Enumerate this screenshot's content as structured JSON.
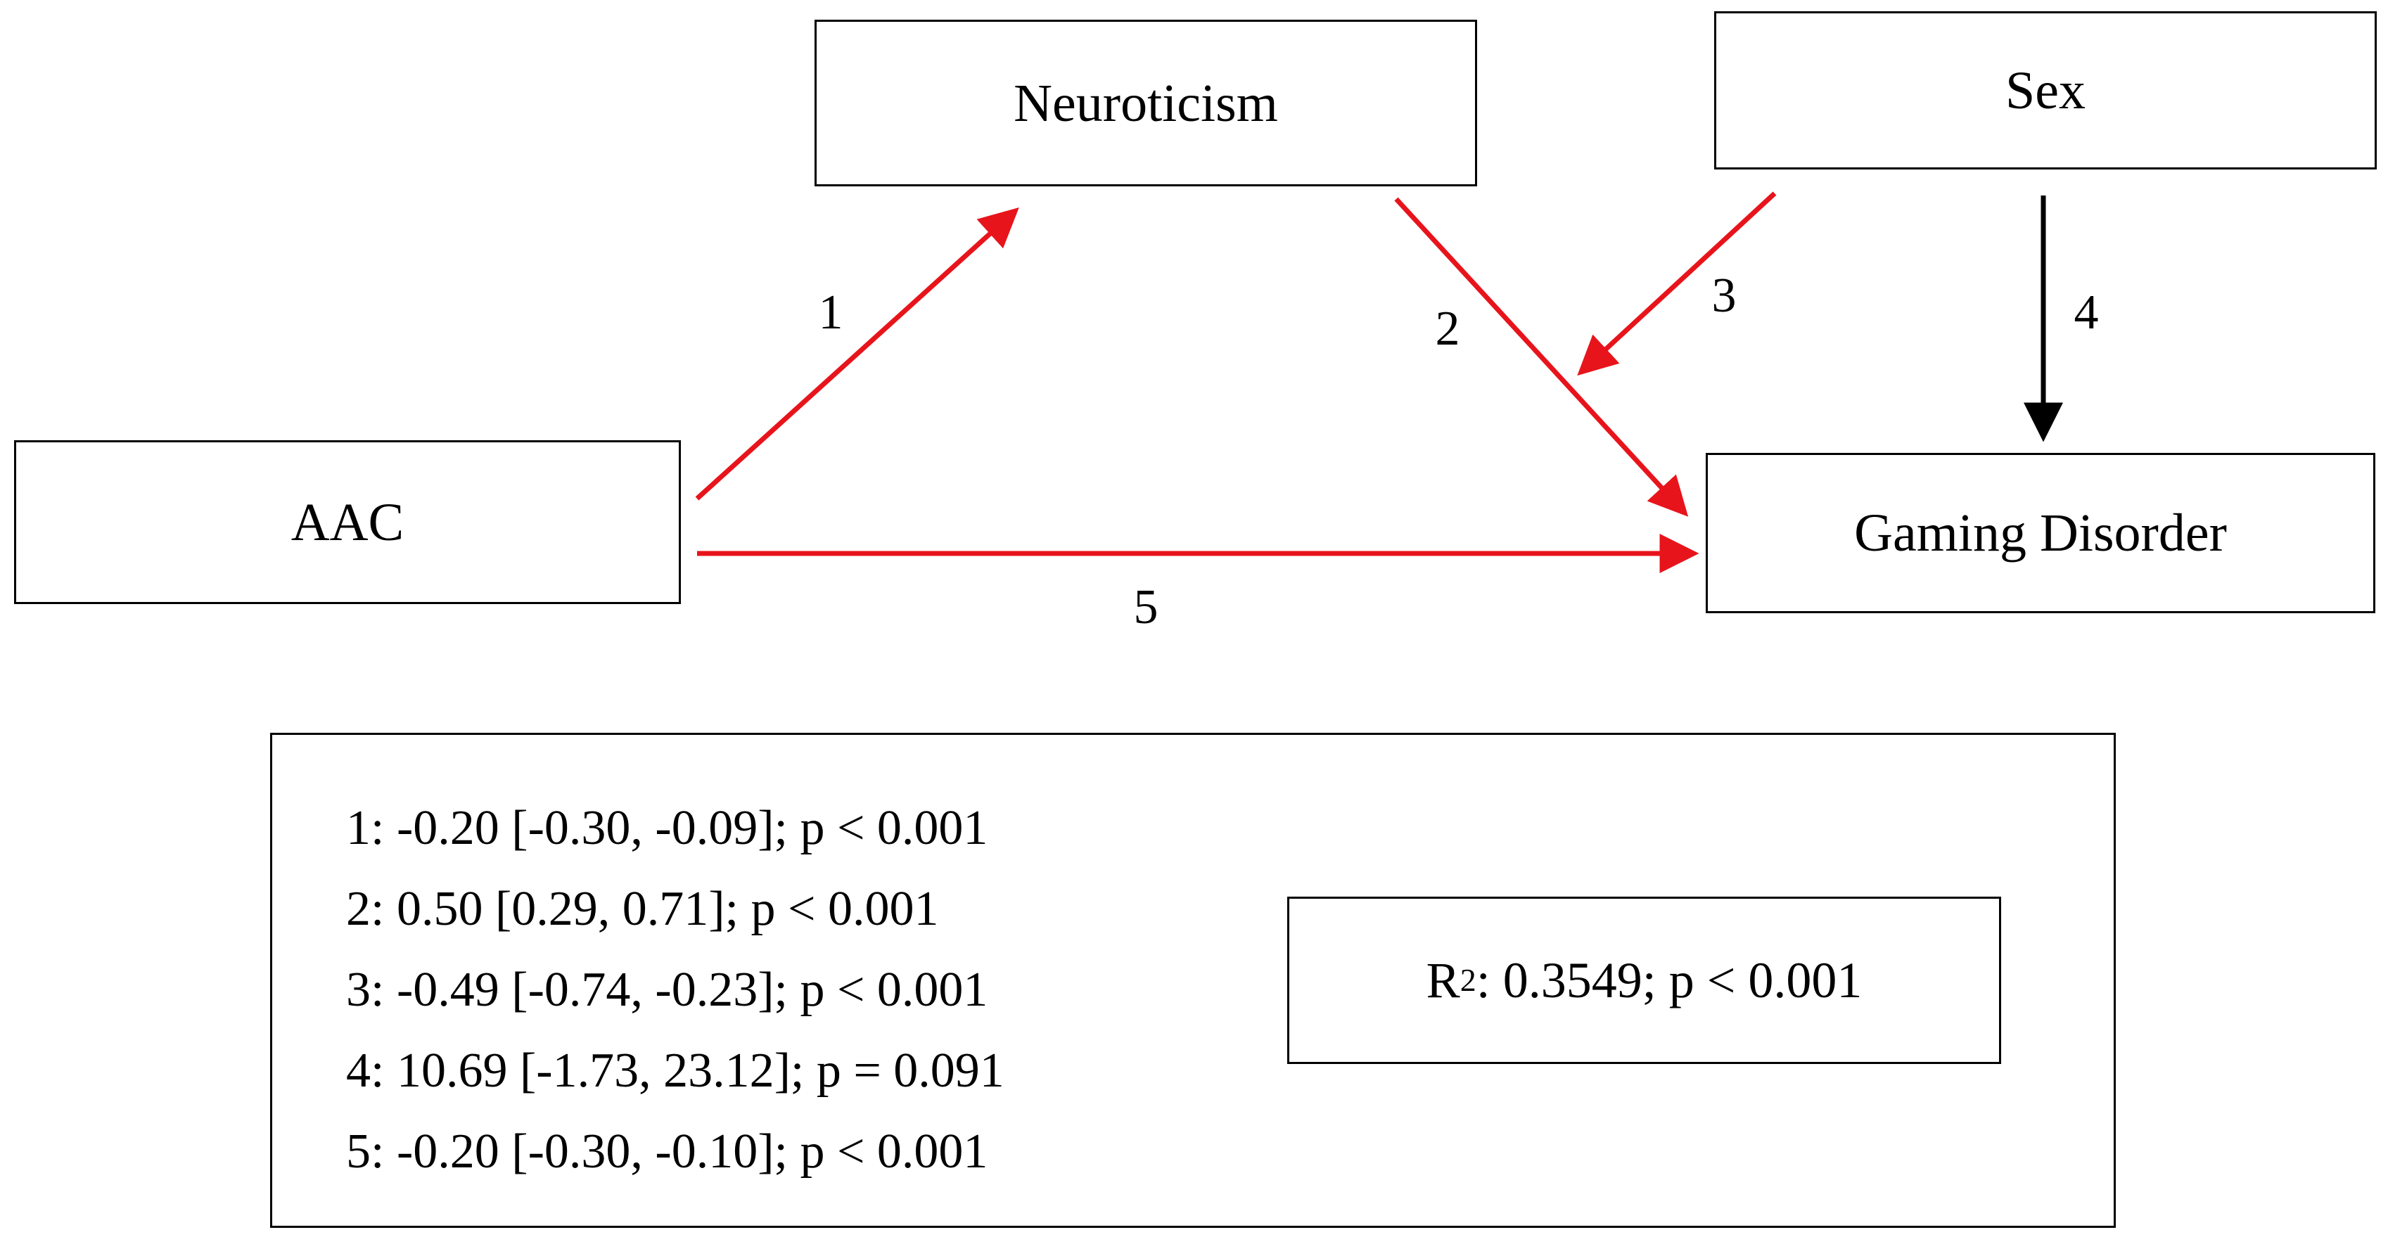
{
  "nodes": {
    "neuroticism": "Neuroticism",
    "sex": "Sex",
    "aac": "AAC",
    "gaming_disorder": "Gaming Disorder"
  },
  "paths": [
    {
      "id": "1",
      "label": "1",
      "from": "AAC",
      "to": "Neuroticism",
      "color": "#e8141b"
    },
    {
      "id": "2",
      "label": "2",
      "from": "Neuroticism",
      "to": "Gaming Disorder",
      "color": "#e8141b"
    },
    {
      "id": "3",
      "label": "3",
      "from": "Sex",
      "to": "path 2",
      "color": "#e8141b"
    },
    {
      "id": "4",
      "label": "4",
      "from": "Sex",
      "to": "Gaming Disorder",
      "color": "#000000"
    },
    {
      "id": "5",
      "label": "5",
      "from": "AAC",
      "to": "Gaming Disorder",
      "color": "#e8141b"
    }
  ],
  "results": {
    "coefficients": [
      "1: -0.20 [-0.30, -0.09]; p < 0.001",
      "2: 0.50 [0.29, 0.71]; p < 0.001",
      "3: -0.49 [-0.74, -0.23]; p < 0.001",
      "4: 10.69 [-1.73, 23.12]; p = 0.091",
      "5: -0.20 [-0.30, -0.10]; p < 0.001"
    ],
    "r2": {
      "symbol": "R",
      "superscript": "2",
      "text": ": 0.3549; p < 0.001"
    }
  },
  "colors": {
    "significant_path": "#e8141b",
    "nonsignificant_path": "#000000"
  }
}
